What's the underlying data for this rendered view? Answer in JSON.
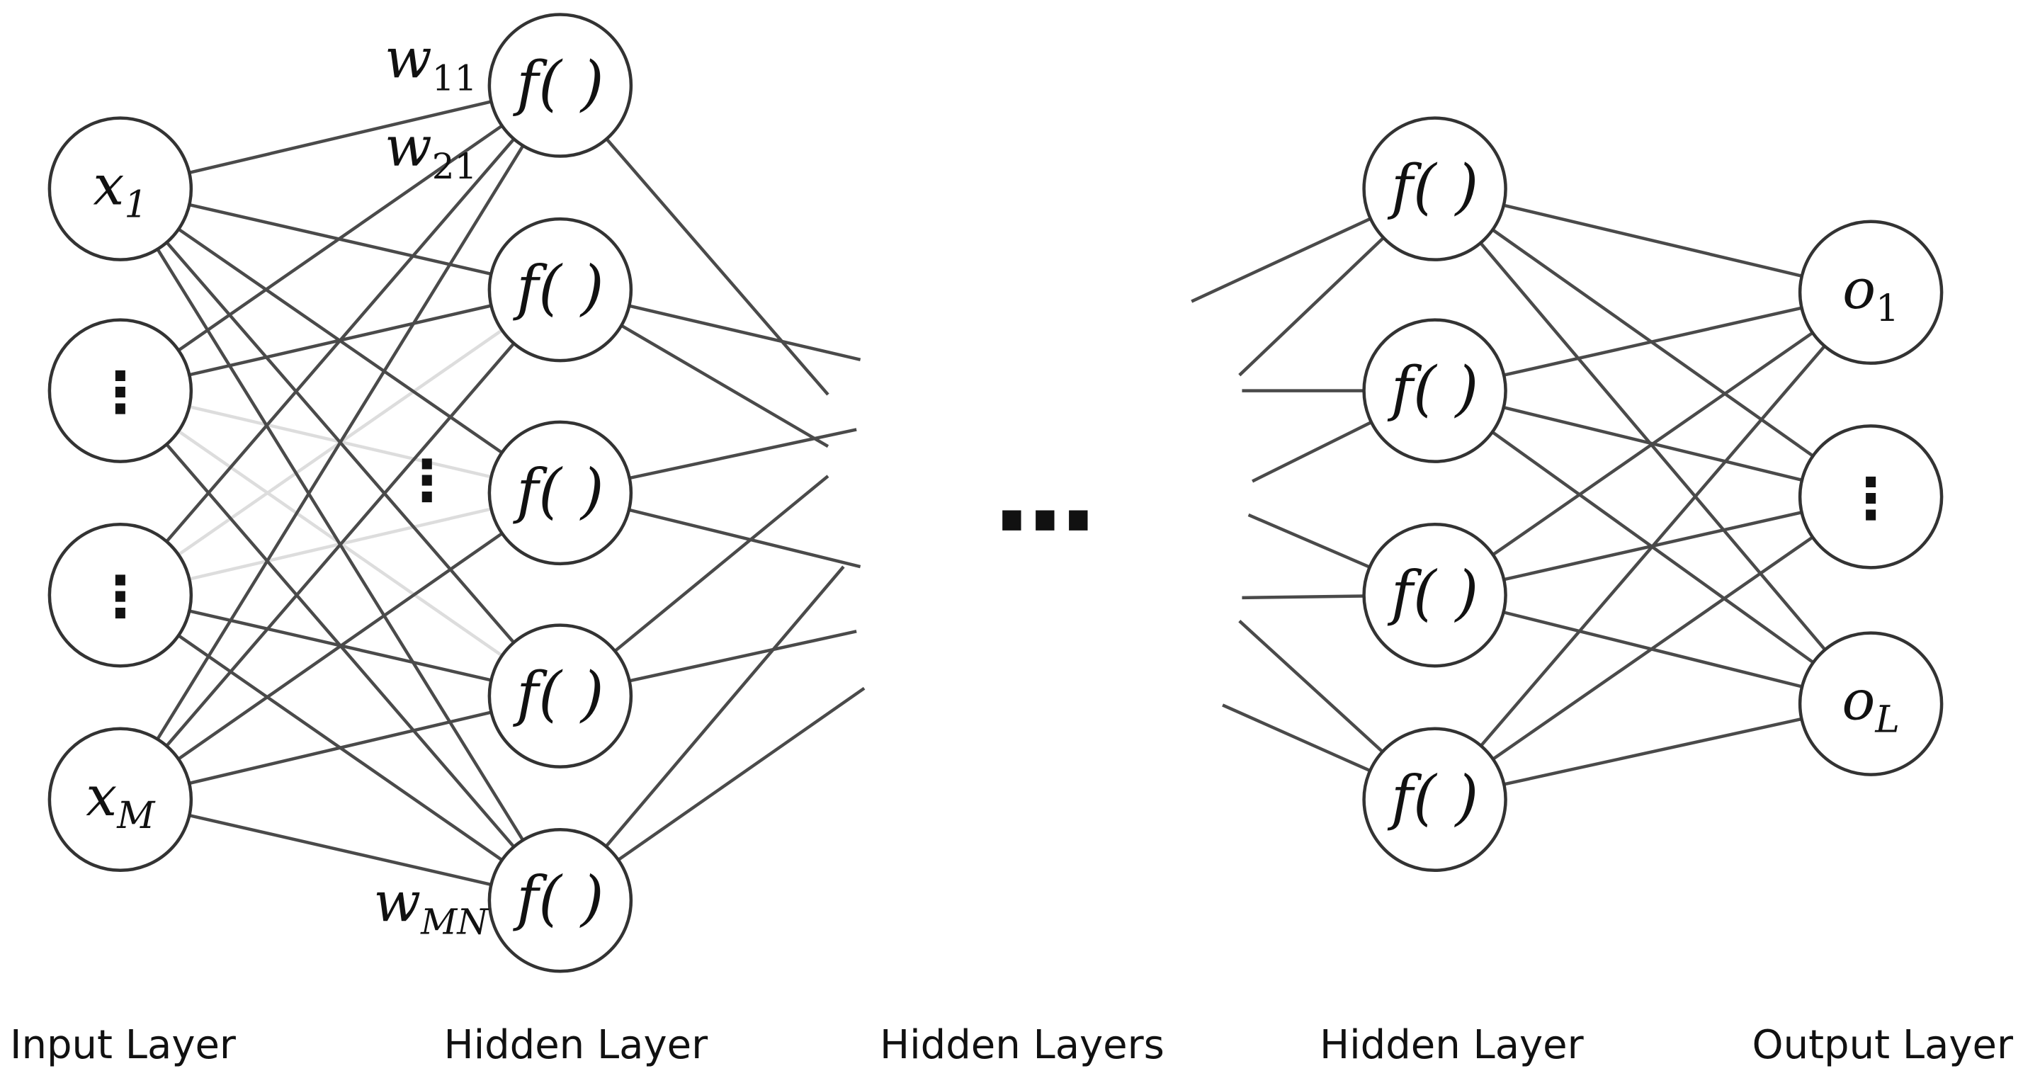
{
  "input_nodes": [
    {
      "var": "x",
      "sub": "1"
    },
    {
      "dots": "⋮"
    },
    {
      "dots": "⋮"
    },
    {
      "var": "x",
      "sub": "M"
    }
  ],
  "hidden1_node_label": "f( )",
  "hidden2_node_label": "f( )",
  "output_nodes": [
    {
      "var": "o",
      "sub": "1"
    },
    {
      "dots": "⋮"
    },
    {
      "var": "o",
      "sub": "L"
    }
  ],
  "middle_dots": "⋮",
  "ellipsis": "...",
  "weights": [
    {
      "var": "w",
      "sub": "11"
    },
    {
      "var": "w",
      "sub": "21"
    },
    {
      "var": "w",
      "sub": "MN"
    }
  ],
  "layer_labels": [
    "Input Layer",
    "Hidden Layer",
    "Hidden Layers",
    "Hidden Layer",
    "Output Layer"
  ]
}
